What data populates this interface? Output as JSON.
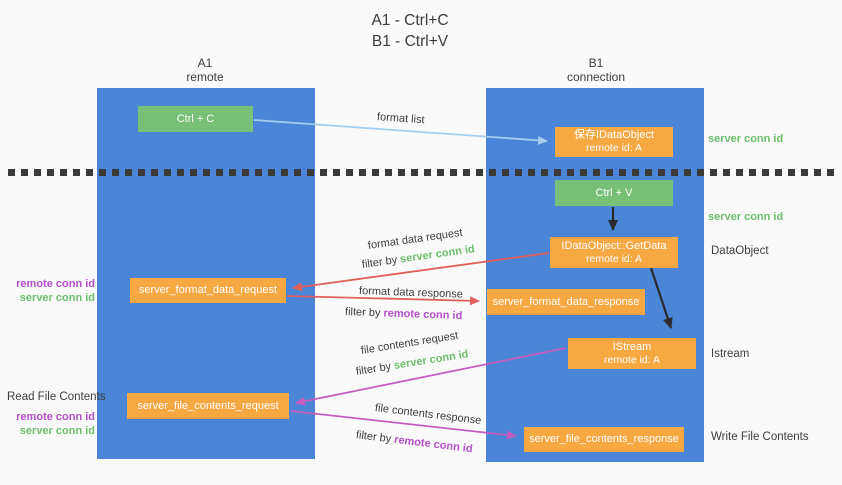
{
  "title": {
    "line1": "A1 - Ctrl+C",
    "line2": "B1 - Ctrl+V"
  },
  "lifelines": {
    "a1": {
      "name": "A1",
      "role": "remote"
    },
    "b1": {
      "name": "B1",
      "role": "connection"
    }
  },
  "nodes": {
    "ctrl_c": {
      "label": "Ctrl + C"
    },
    "save_idataobject": {
      "line1": "保存IDataObject",
      "line2": "remote id: A"
    },
    "ctrl_v": {
      "label": "Ctrl + V"
    },
    "idataobject_getdata": {
      "line1": "IDataObject::GetData",
      "line2": "remote id: A"
    },
    "server_format_data_request": {
      "label": "server_format_data_request"
    },
    "server_format_data_response": {
      "label": "server_format_data_response"
    },
    "istream": {
      "line1": "IStream",
      "line2": "remote id: A"
    },
    "server_file_contents_request": {
      "label": "server_file_contents_request"
    },
    "server_file_contents_response": {
      "label": "server_file_contents_response"
    }
  },
  "arrows": {
    "format_list": {
      "label": "format list"
    },
    "format_data_request": {
      "label": "format data request",
      "filter_prefix": "filter by ",
      "filter_key": "server conn id"
    },
    "format_data_response": {
      "label": "format data response",
      "filter_prefix": "filter by ",
      "filter_key": "remote conn id"
    },
    "file_contents_request": {
      "label": "file contents request",
      "filter_prefix": "filter by ",
      "filter_key": "server conn id"
    },
    "file_contents_response": {
      "label": "file contents response",
      "filter_prefix": "filter by ",
      "filter_key": "remote conn id"
    }
  },
  "annotations": {
    "server_conn_id_right_top": "server conn id",
    "server_conn_id_right_mid": "server conn id",
    "dataobject": "DataObject",
    "istream": "Istream",
    "write_file_contents": "Write File Contents",
    "read_file_contents": "Read File Contents",
    "remote_conn_id_left_top": "remote conn id",
    "server_conn_id_left_top": "server conn id",
    "remote_conn_id_left_bottom": "remote conn id",
    "server_conn_id_left_bottom": "server conn id"
  },
  "colors": {
    "lifeline_blue": "#4a85d8",
    "node_green": "#76c078",
    "node_orange": "#f8a843",
    "arrow_blue": "#a5cdee",
    "arrow_red": "#e0605c",
    "arrow_magenta": "#c55cc0",
    "arrow_black": "#2b2b2b",
    "text_green": "#6cbf6c",
    "text_purple": "#b44fc8"
  }
}
